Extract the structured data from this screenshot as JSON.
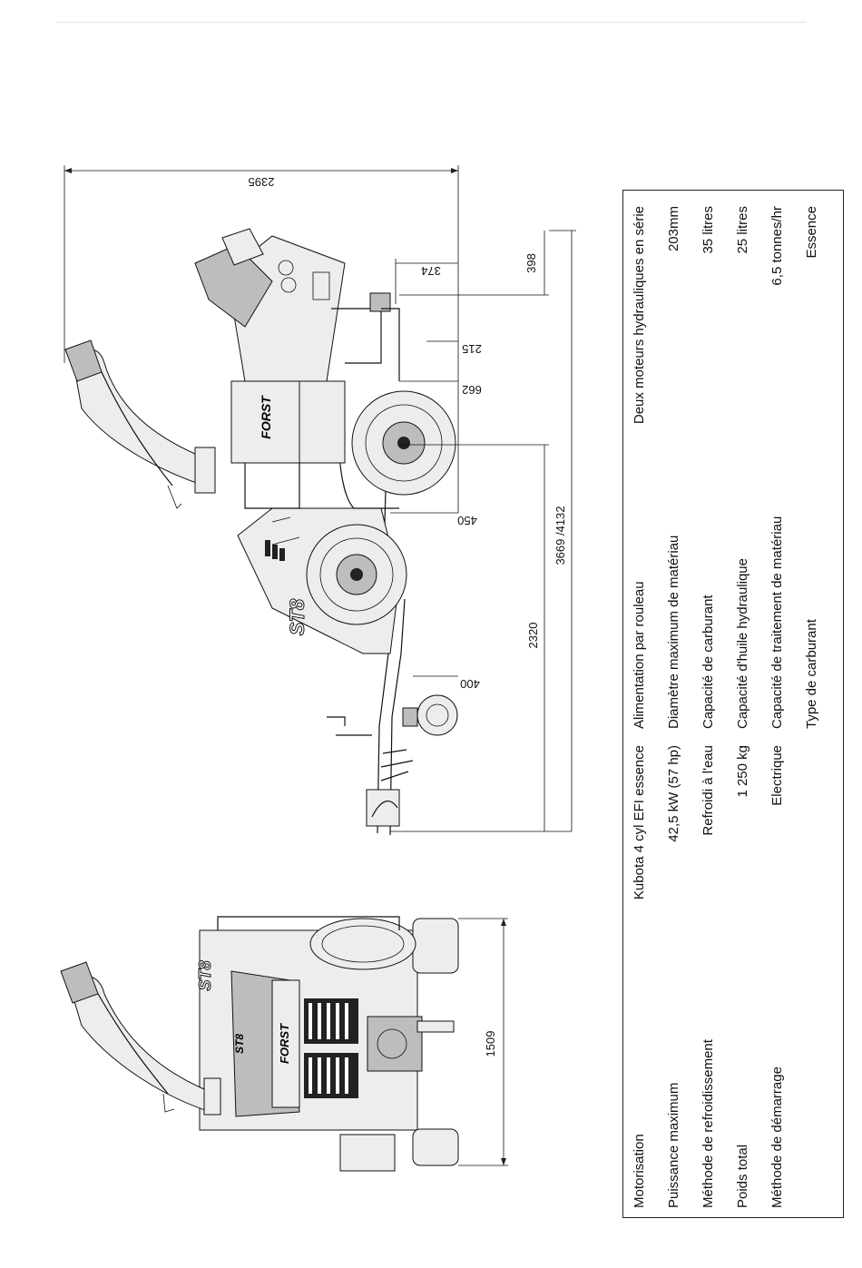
{
  "dimensions": {
    "overall_width": "2395",
    "top_374": "374",
    "right_398": "398",
    "top_215": "215",
    "top_662": "662",
    "top_450": "450",
    "length_3669_4132": "3669 /4132",
    "length_2320": "2320",
    "top_400": "400",
    "front_width": "1509"
  },
  "logos": {
    "brand": "FORST",
    "model": "ST8"
  },
  "specs": [
    {
      "label": "Motorisation",
      "value": "Kubota 4 cyl EFI essence",
      "label2": "Alimentation par rouleau",
      "value2": "Deux moteurs hydrauliques en série"
    },
    {
      "label": "Puissance maximum",
      "value": "42,5 kW (57 hp)",
      "label2": "Diamètre maximum de matériau",
      "value2": "203mm"
    },
    {
      "label": "Méthode de refroidissement",
      "value": "Refroidi à l'eau",
      "label2": "Capacité de carburant",
      "value2": "35 litres"
    },
    {
      "label": "Poids total",
      "value": "1 250 kg",
      "label2": "Capacité d'huile hydraulique",
      "value2": "25 litres"
    },
    {
      "label": "Méthode de démarrage",
      "value": "Electrique",
      "label2": "Capacité de traitement de matériau",
      "value2": "6,5 tonnes/hr"
    },
    {
      "label": "",
      "value": "",
      "label2": "Type de carburant",
      "value2": "Essence"
    }
  ]
}
